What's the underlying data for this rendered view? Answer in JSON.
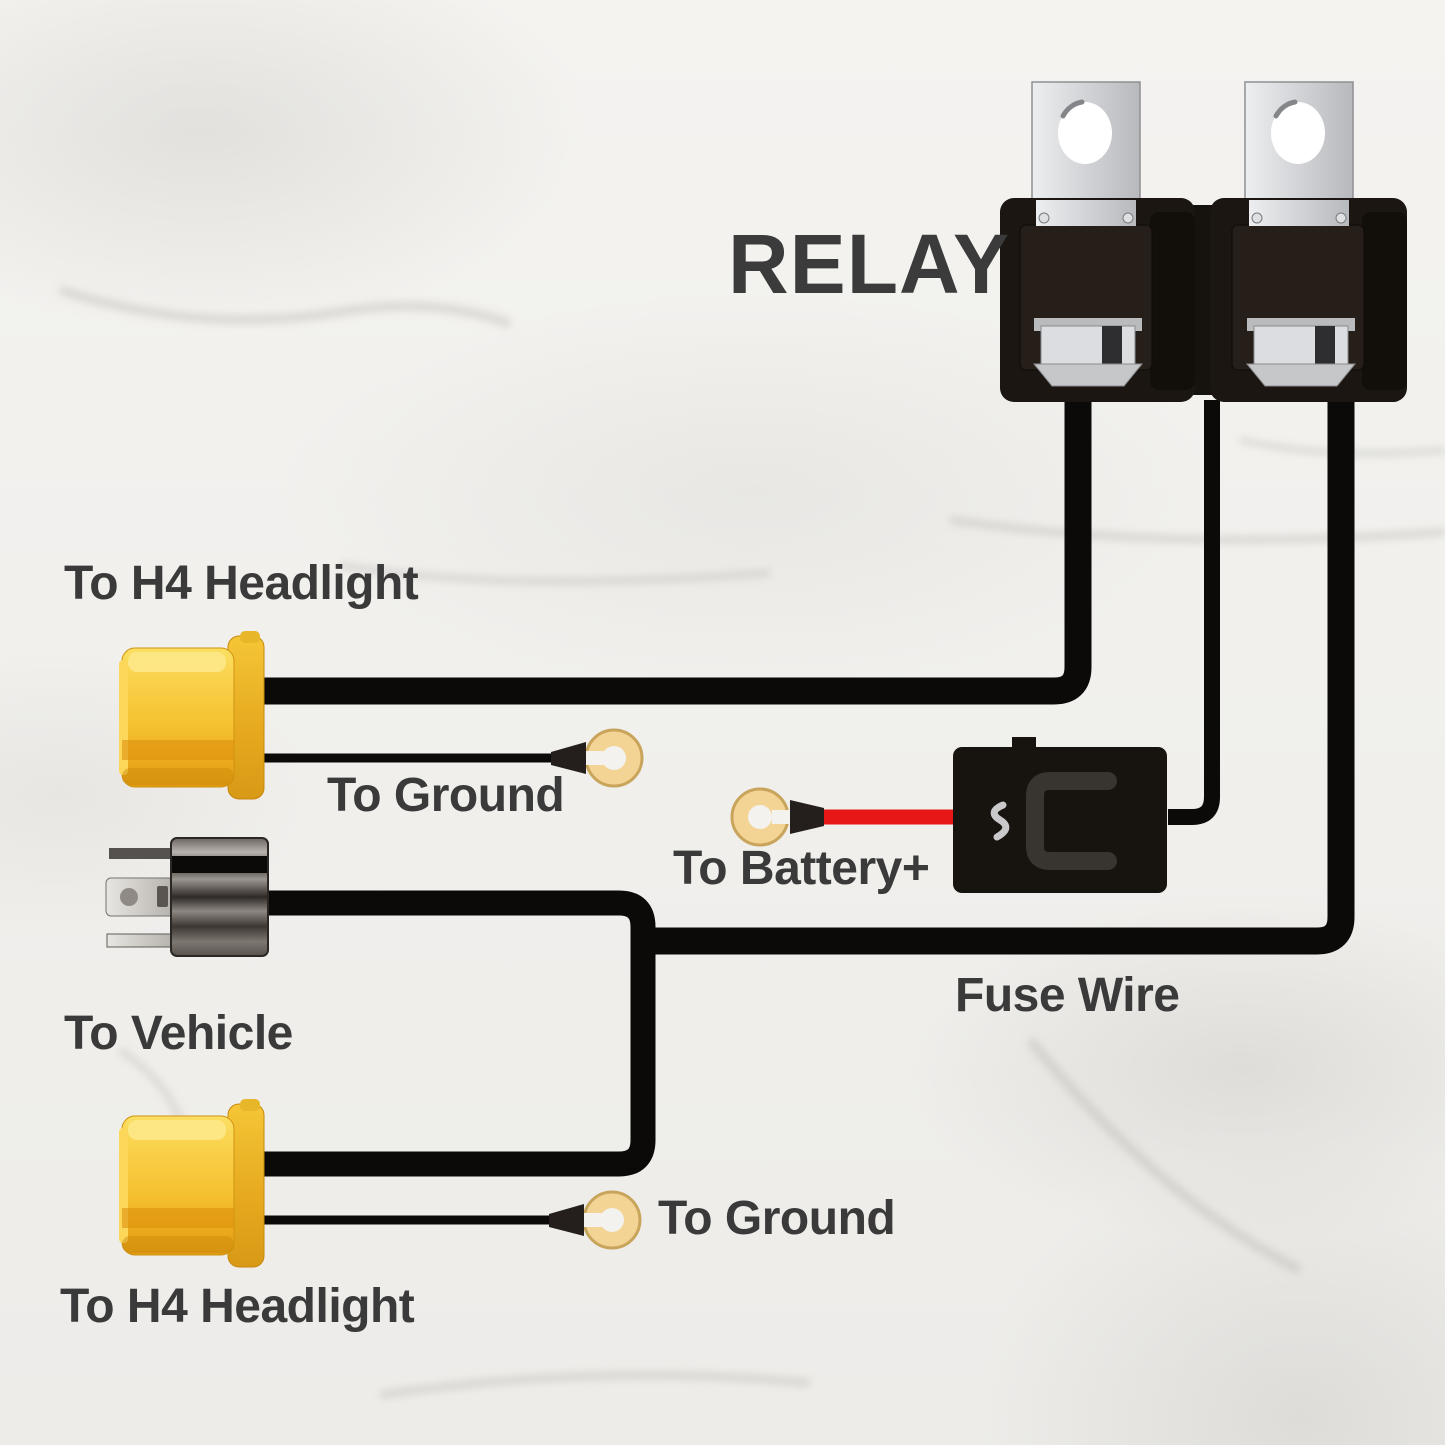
{
  "diagram": {
    "title": "RELAY",
    "labels": {
      "h4_headlight_top": "To H4 Headlight",
      "ground_top": "To Ground",
      "battery_positive": "To Battery+",
      "fuse_wire": "Fuse Wire",
      "vehicle": "To Vehicle",
      "ground_bottom": "To Ground",
      "h4_headlight_bottom": "To H4 Headlight"
    },
    "colors": {
      "background": "#f2f1ee",
      "wire_black": "#0b0a09",
      "wire_red": "#e81717",
      "connector_yellow": "#f6c531",
      "terminal_gold": "#f3d494",
      "relay_black": "#1b1611",
      "label_text": "#3a3a3a"
    }
  }
}
